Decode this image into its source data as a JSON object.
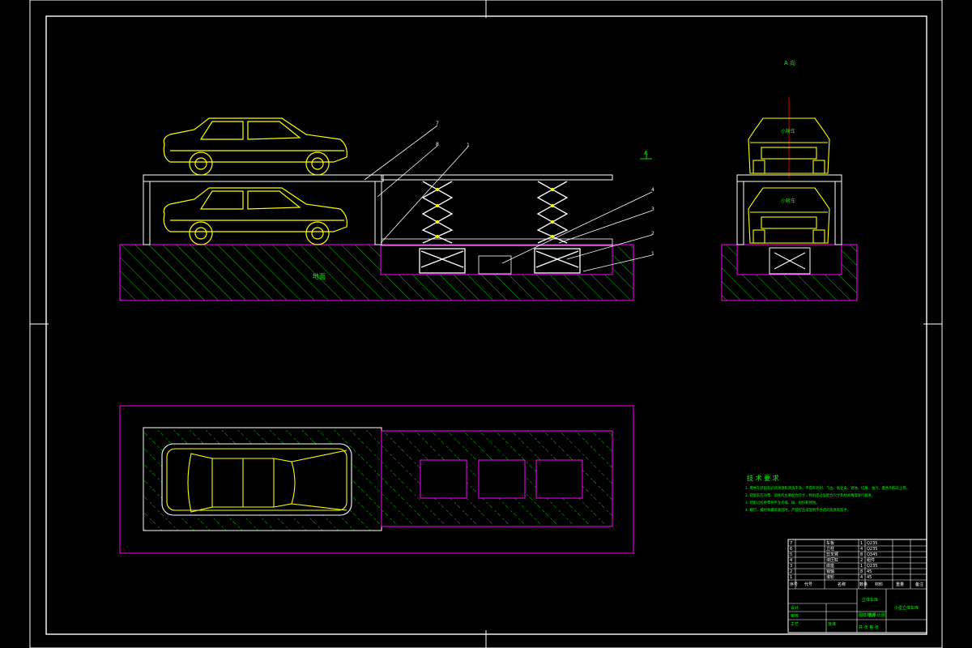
{
  "colors": {
    "background": "#000000",
    "frame": "#ffffff",
    "car": "#ffff00",
    "pit": "#ff00ff",
    "hatch": "#00ff00",
    "mechanism": "#ffffff",
    "text_green": "#00ff00",
    "section_line": "#ff0000"
  },
  "side_view": {
    "ground_label": "地面",
    "leader_labels": [
      "7",
      "8",
      "1",
      "4",
      "3",
      "2",
      "1"
    ],
    "section_mark": "A"
  },
  "end_view": {
    "title": "A 向",
    "car_labels": [
      "小轿车",
      "小轿车"
    ]
  },
  "technical_requirements": {
    "title": "技 术 要 求",
    "lines": [
      "1. 零件在装配前必须清理和清洗干净，不得有毛刺、飞边、氧化皮、锈蚀、切屑、油污、着色剂和灰尘等。",
      "2. 装配前应对零、部件的主要配合尺寸，特别是过盈配合尺寸及相关精度进行复查。",
      "3. 装配过程中零件不允许磕、碰、划伤和锈蚀。",
      "4. 螺钉、螺栓和螺母紧固时，严禁打击或使用不合适的旋具和扳手。"
    ]
  },
  "title_block": {
    "parts_rows": [
      {
        "no": "7",
        "name": "车板",
        "qty": "1",
        "material": "Q235"
      },
      {
        "no": "6",
        "name": "立柱",
        "qty": "4",
        "material": "Q235"
      },
      {
        "no": "5",
        "name": "剪叉臂",
        "qty": "8",
        "material": "Q345"
      },
      {
        "no": "4",
        "name": "液压缸",
        "qty": "2",
        "material": "组件"
      },
      {
        "no": "3",
        "name": "底座",
        "qty": "1",
        "material": "Q235"
      },
      {
        "no": "2",
        "name": "销轴",
        "qty": "8",
        "material": "45"
      },
      {
        "no": "1",
        "name": "滚轮",
        "qty": "4",
        "material": "45"
      }
    ],
    "header": {
      "no": "序号",
      "code": "代号",
      "name": "名称",
      "qty": "数量",
      "material": "材料",
      "weight": "重量",
      "remark": "备注"
    },
    "drawing_name": "立体车库",
    "project_name": "小型立体车库",
    "sign_rows": [
      "设计",
      "审核",
      "工艺",
      "批准"
    ],
    "scale_labels": [
      "图样标记",
      "重量",
      "比例"
    ],
    "sheet": "共 张 第 张"
  }
}
